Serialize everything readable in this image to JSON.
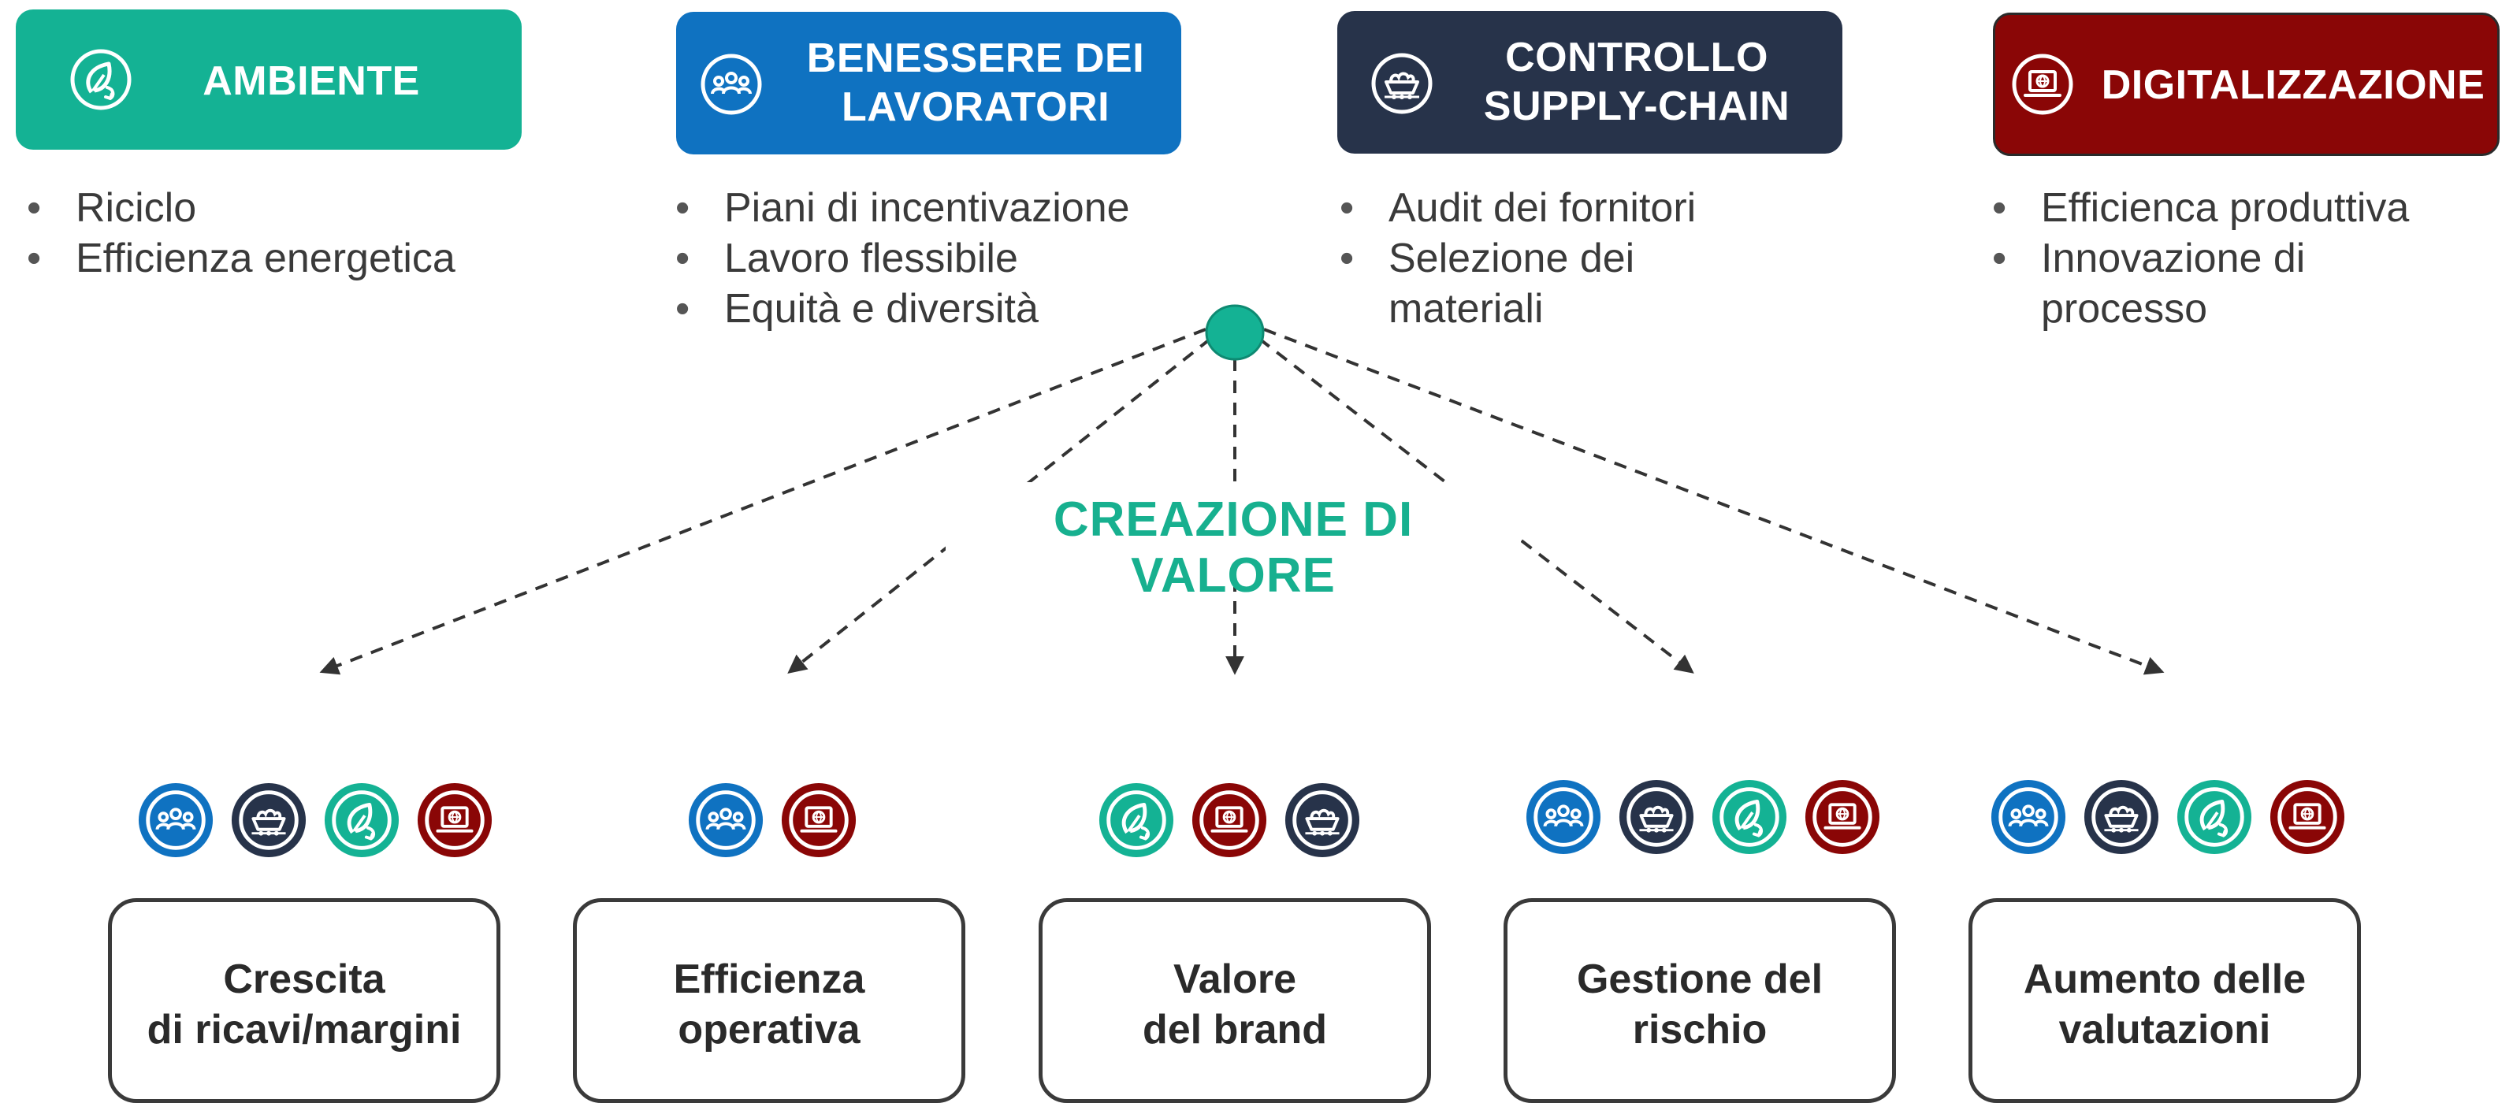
{
  "colors": {
    "ambiente": "#14b294",
    "benessere": "#0f72c1",
    "supply": "#27334a",
    "digital": "#8a0606",
    "arrows": "#333333",
    "center_dot": "#14b294",
    "title_text": "#17b08f"
  },
  "pillars": [
    {
      "key": "ambiente",
      "title_lines": [
        "AMBIENTE"
      ],
      "icon": "leaf-recycle-icon",
      "bullets": [
        "Riciclo",
        "Efficienza energetica"
      ]
    },
    {
      "key": "benessere",
      "title_lines": [
        "BENESSERE DEI",
        "LAVORATORI"
      ],
      "icon": "people-icon",
      "bullets": [
        "Piani di incentivazione",
        "Lavoro flessibile",
        "Equità e diversità"
      ]
    },
    {
      "key": "supply",
      "title_lines": [
        "CONTROLLO",
        "SUPPLY-CHAIN"
      ],
      "icon": "cart-icon",
      "bullets": [
        "Audit dei fornitori",
        "Selezione dei",
        "materiali"
      ]
    },
    {
      "key": "digital",
      "title_lines": [
        "DIGITALIZZAZIONE"
      ],
      "icon": "laptop-globe-icon",
      "bullets": [
        "Efficienca produttiva",
        "Innovazione di",
        "processo"
      ]
    }
  ],
  "center": {
    "title": "CREAZIONE DI VALORE"
  },
  "outcomes": [
    {
      "label_lines": [
        "Crescita",
        "di ricavi/margini"
      ],
      "icons": [
        "benessere",
        "supply",
        "ambiente",
        "digital"
      ]
    },
    {
      "label_lines": [
        "Efficienza",
        "operativa"
      ],
      "icons": [
        "benessere",
        "digital"
      ]
    },
    {
      "label_lines": [
        "Valore",
        "del brand"
      ],
      "icons": [
        "ambiente",
        "digital",
        "supply"
      ]
    },
    {
      "label_lines": [
        "Gestione del",
        "rischio"
      ],
      "icons": [
        "benessere",
        "supply",
        "ambiente",
        "digital"
      ]
    },
    {
      "label_lines": [
        "Aumento delle",
        "valutazioni"
      ],
      "icons": [
        "benessere",
        "supply",
        "ambiente",
        "digital"
      ]
    }
  ]
}
